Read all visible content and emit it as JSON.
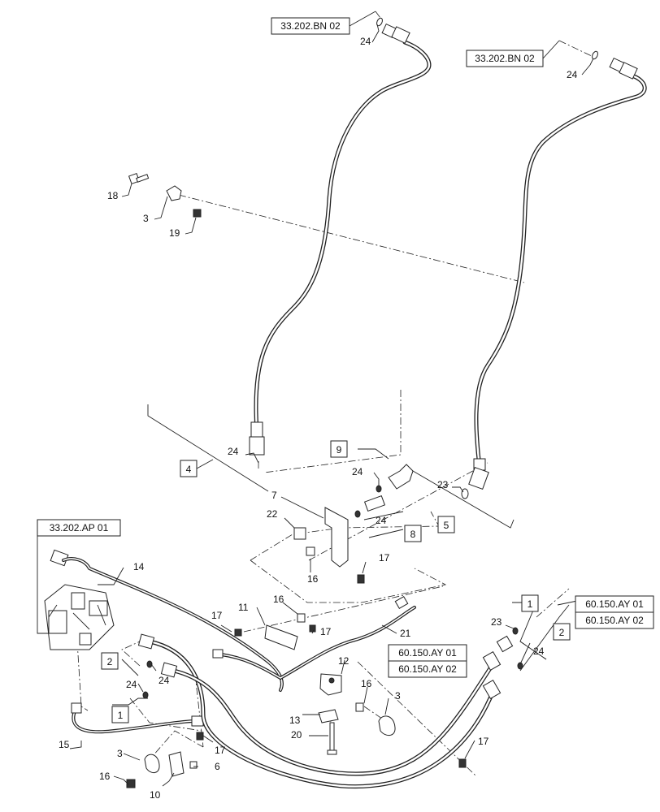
{
  "refs": {
    "bn02_a": "33.202.BN 02",
    "bn02_b": "33.202.BN 02",
    "ap01": "33.202.AP 01",
    "ay01_a": "60.150.AY 01",
    "ay02_a": "60.150.AY 02",
    "ay01_b": "60.150.AY 01",
    "ay02_b": "60.150.AY 02"
  },
  "boxed": {
    "b4": "4",
    "b9": "9",
    "b8": "8",
    "b5": "5",
    "b1_right": "1",
    "b2_right": "2",
    "b2_left": "2",
    "b1_left": "1"
  },
  "labels": {
    "l24_top1": "24",
    "l24_top2": "24",
    "l18": "18",
    "l3_top": "3",
    "l19": "19",
    "l24_mid1": "24",
    "l24_mid2": "24",
    "l24_mid3": "24",
    "l23_mid": "23",
    "l7": "7",
    "l22": "22",
    "l16_mid": "16",
    "l17_mid": "17",
    "l14": "14",
    "l17_a": "17",
    "l11": "11",
    "l16_b": "16",
    "l17_b": "17",
    "l21": "21",
    "l12": "12",
    "l16_c": "16",
    "l3_c": "3",
    "l13": "13",
    "l20": "20",
    "l23_r": "23",
    "l24_r": "24",
    "l17_r": "17",
    "l24_l1": "24",
    "l24_l2": "24",
    "l15": "15",
    "l3_bl": "3",
    "l17_bl": "17",
    "l6": "6",
    "l16_bl": "16",
    "l10": "10"
  }
}
